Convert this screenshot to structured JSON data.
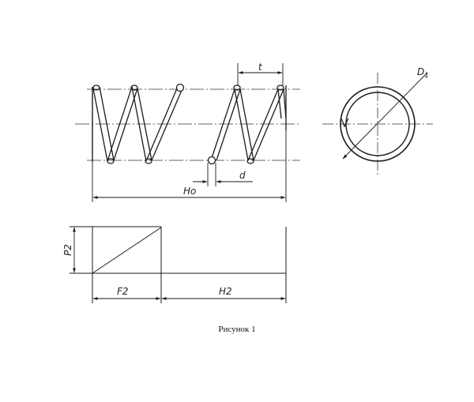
{
  "figure": {
    "caption": "Рисунок 1",
    "labels": {
      "pitch": "t",
      "outer_diameter": "D1",
      "outer_diameter_sub": "1",
      "wire_diameter": "d",
      "free_length": "Ho",
      "force": "P2",
      "deflection": "F2",
      "working_length": "H2"
    }
  }
}
